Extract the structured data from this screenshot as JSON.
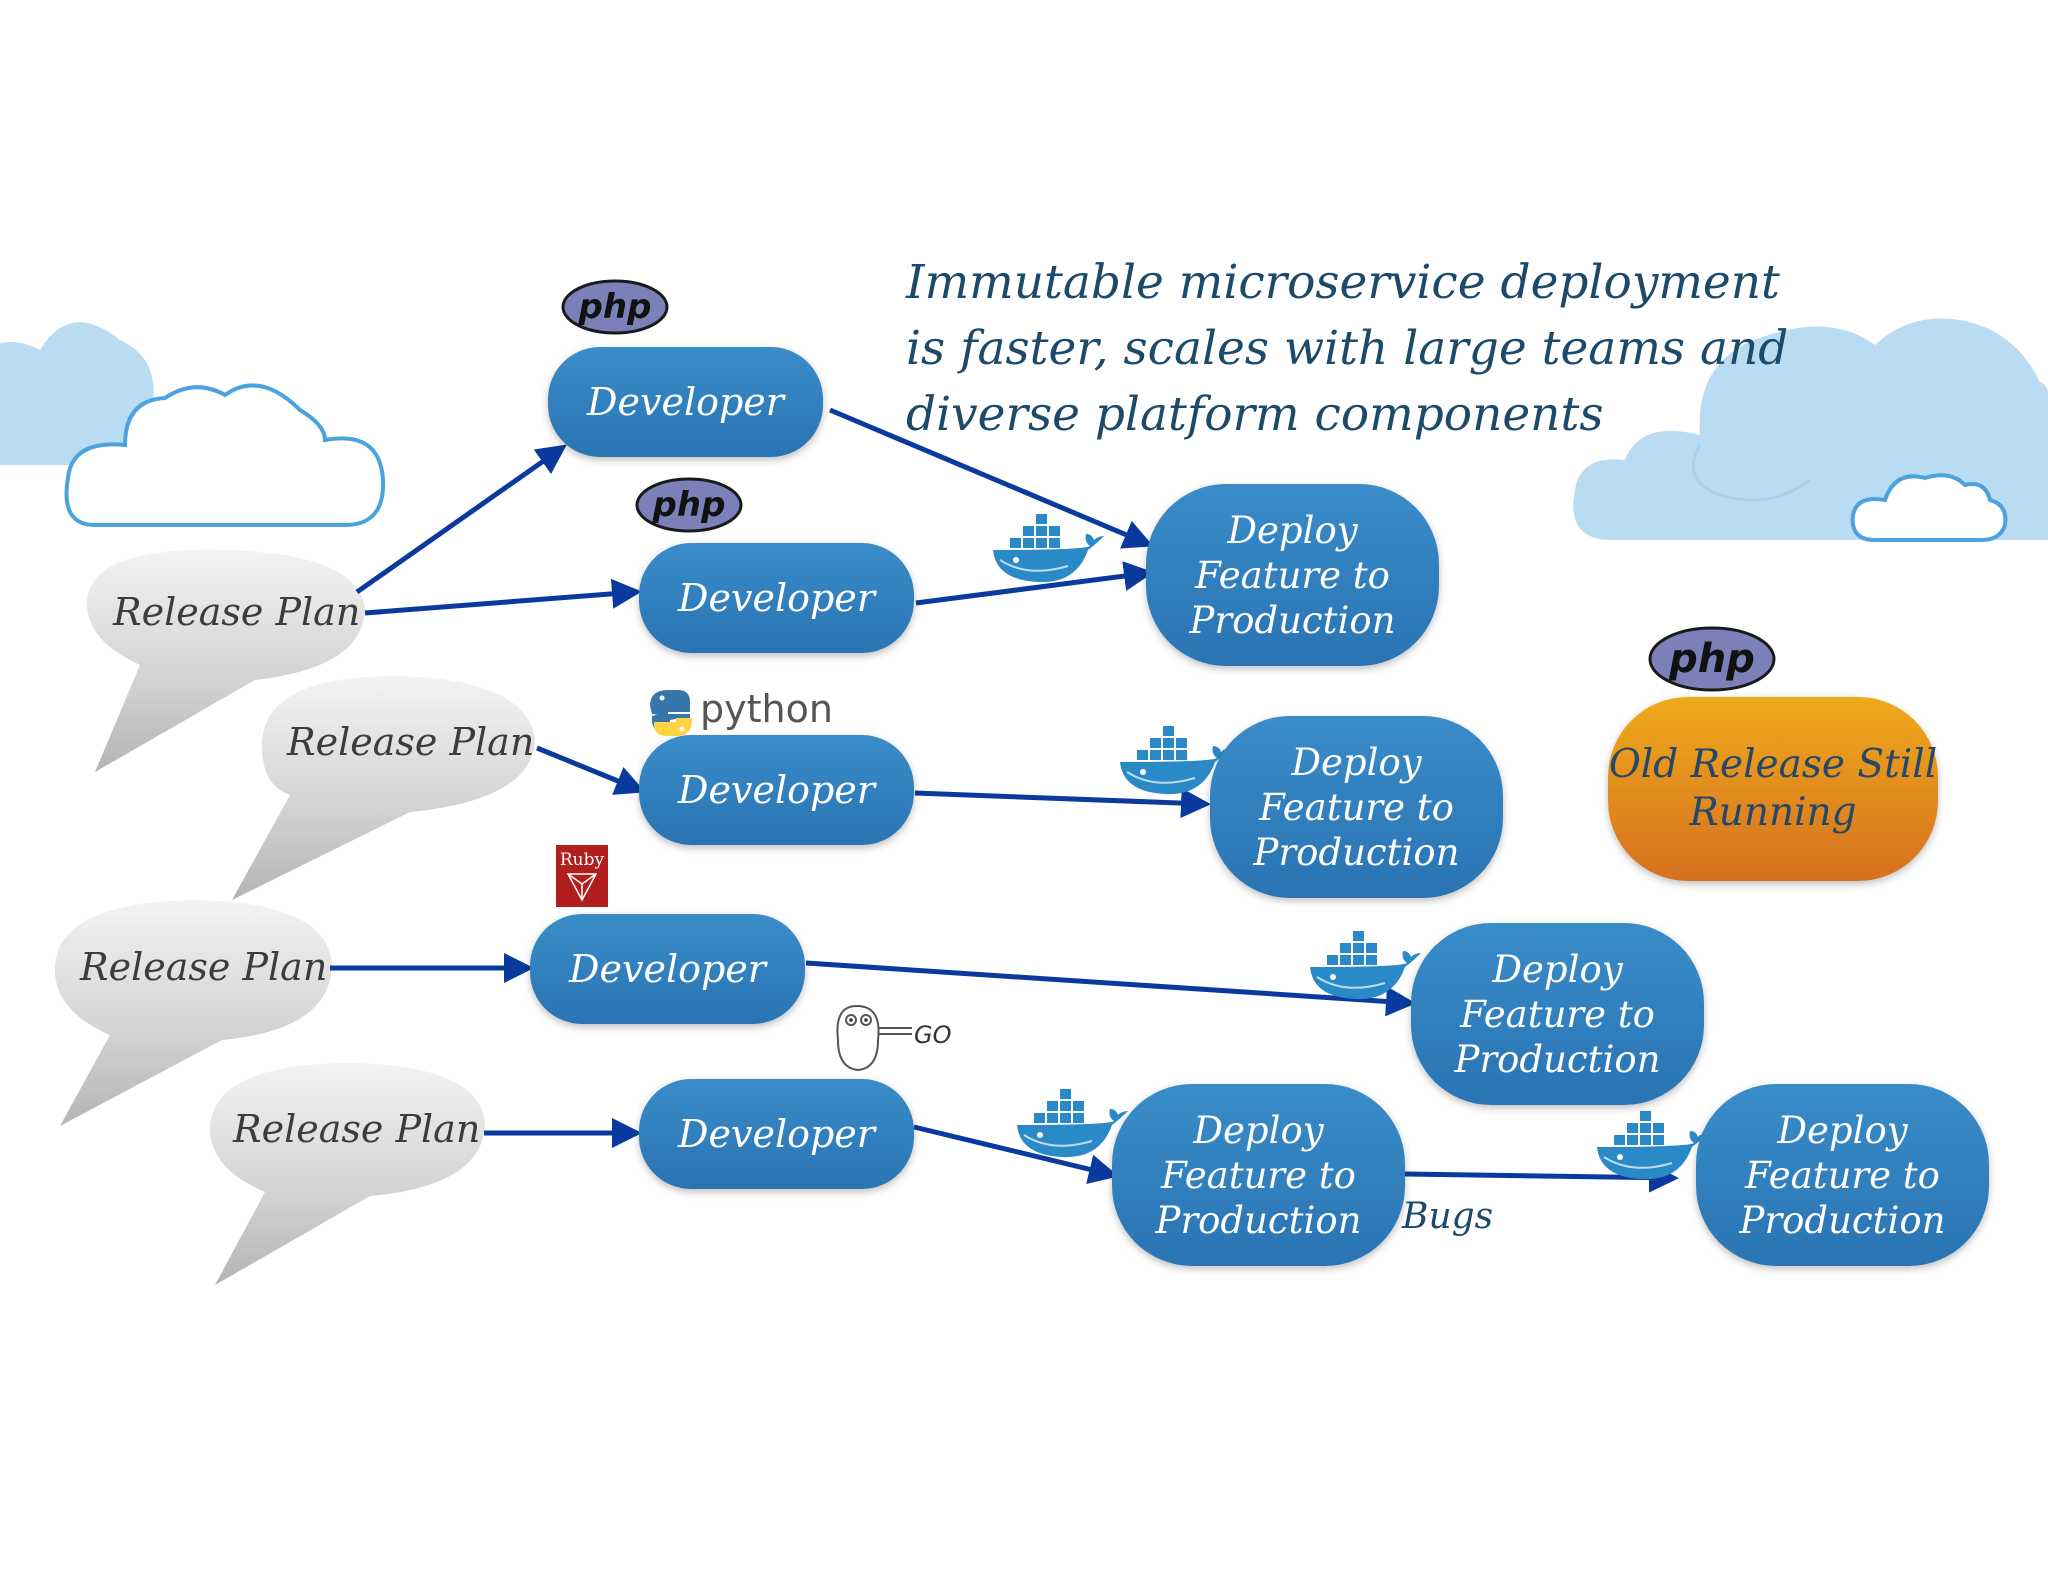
{
  "headline": {
    "lines": [
      "Immutable microservice deployment",
      "is faster, scales with large teams and",
      "diverse platform components"
    ]
  },
  "release_plan_label": "Release Plan",
  "developer_label": "Developer",
  "deploy_label": [
    "Deploy",
    "Feature to",
    "Production"
  ],
  "old_release_label": [
    "Old Release Still",
    "Running"
  ],
  "bugs_label": "Bugs",
  "logos": {
    "php": "php",
    "python": "python",
    "ruby": "Ruby",
    "go": "GO"
  },
  "icons": [
    "cloud-icon",
    "docker-whale-icon",
    "php-logo-icon",
    "python-logo-icon",
    "ruby-logo-icon",
    "go-gopher-icon"
  ],
  "colors": {
    "node_blue": "#2e7bbd",
    "arrow": "#0b3a9e",
    "old_release_orange": "#e8911c",
    "headline": "#1c4a6a",
    "cloud_fill": "#b9dcf2",
    "cloud_outline": "#4aa3de"
  }
}
